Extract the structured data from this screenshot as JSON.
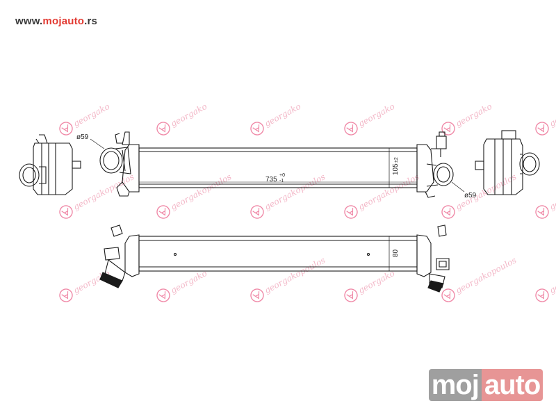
{
  "header": {
    "site_url_part1": "www.",
    "site_url_part2": "mojauto",
    "site_url_part3": ".rs"
  },
  "drawing": {
    "dimensions": {
      "length": "735",
      "length_tolerance_upper": "+0",
      "length_tolerance_lower": "-1",
      "height_front": "105",
      "height_front_tolerance": "±2",
      "depth": "80",
      "inlet_diameter": "ø59",
      "outlet_diameter": "ø59"
    }
  },
  "watermark": {
    "text": "georgakopoulos",
    "color": "#f3b8c8",
    "emblem_color": "#f08aa8"
  },
  "logo": {
    "part1": "moj",
    "part2": "auto"
  },
  "colors": {
    "line": "#1a1a1a",
    "url_accent": "#e23a32"
  }
}
